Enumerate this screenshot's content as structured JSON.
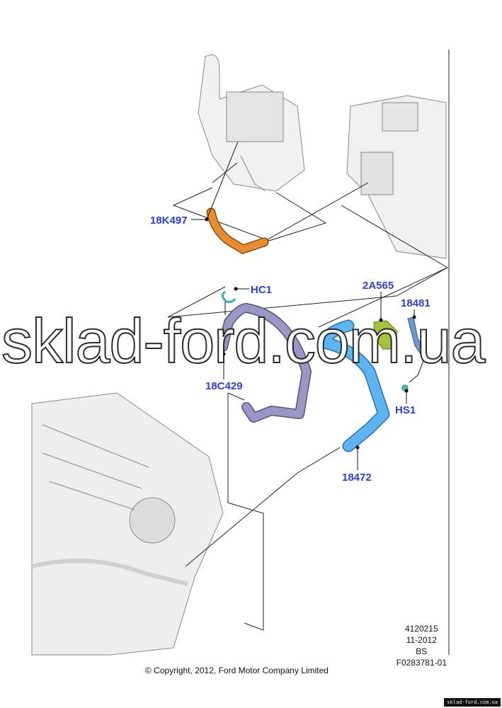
{
  "diagram": {
    "parts": [
      {
        "id": "18K497",
        "color": "#e08a2c"
      },
      {
        "id": "HC1",
        "color": "#3fc0c0"
      },
      {
        "id": "18C429",
        "color": "#8a86b4"
      },
      {
        "id": "2A565",
        "color": "#9dbb3a"
      },
      {
        "id": "18481",
        "color": "#5a86b8"
      },
      {
        "id": "HS1",
        "color": "#3fc0c0"
      },
      {
        "id": "18472",
        "color": "#4aa6ea"
      }
    ]
  },
  "meta": {
    "illustration_no": "4120215",
    "date": "11-2012",
    "code": "BS",
    "figure_id": "F0283781-01"
  },
  "copyright": "© Copyright, 2012, Ford Motor Company Limited",
  "watermark": "sklad-ford.com.ua",
  "watermark_small": "sklad-ford.com.ua"
}
